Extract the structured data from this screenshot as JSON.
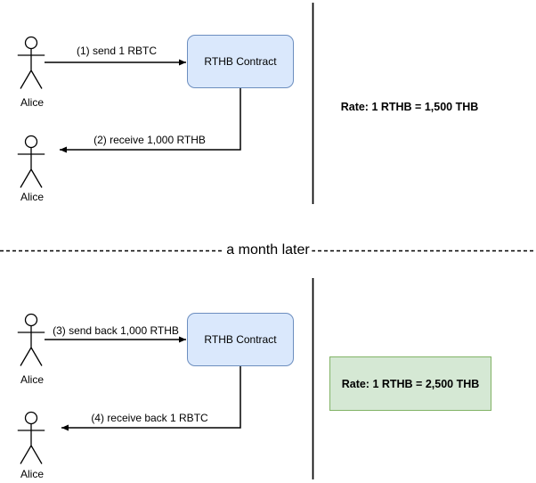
{
  "colors": {
    "box_fill": "#dae8fc",
    "box_stroke": "#6c8ebf",
    "rate_box_fill": "#d5e8d4",
    "rate_box_stroke": "#82b366",
    "line": "#000000"
  },
  "top_section": {
    "sender": {
      "label": "Alice"
    },
    "receiver": {
      "label": "Alice"
    },
    "contract": {
      "label": "RTHB Contract"
    },
    "send_arrow": {
      "label": "(1) send 1 RBTC"
    },
    "receive_arrow": {
      "label": "(2) receive 1,000 RTHB"
    },
    "rate": {
      "label": "Rate: 1 RTHB = 1,500 THB"
    }
  },
  "divider": {
    "label": "a month later"
  },
  "bottom_section": {
    "sender": {
      "label": "Alice"
    },
    "receiver": {
      "label": "Alice"
    },
    "contract": {
      "label": "RTHB Contract"
    },
    "send_arrow": {
      "label": "(3) send back 1,000 RTHB"
    },
    "receive_arrow": {
      "label": "(4) receive back 1 RBTC"
    },
    "rate": {
      "label": "Rate: 1 RTHB = 2,500 THB"
    }
  }
}
